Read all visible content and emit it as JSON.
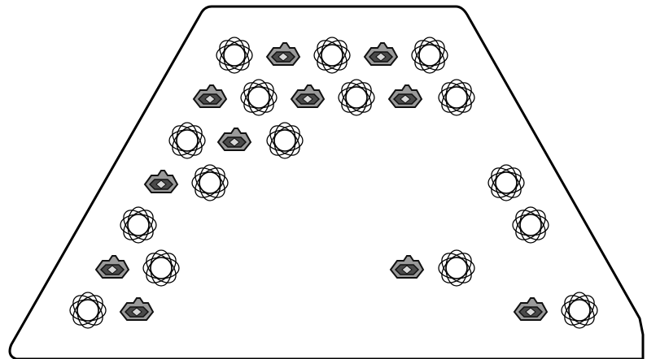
{
  "game": {
    "type": "tile-matching board",
    "board_shape": "trapezoid",
    "colors": {
      "background": "#ffffff",
      "board_fill": "#ffffff",
      "board_outline": "#000000",
      "gem_fill": "#9a9a9a",
      "gem_dark": "#4a4a4a",
      "ring_stroke": "#000000"
    },
    "tile_kinds": [
      "ring-flower-icon",
      "heart-gem-icon"
    ],
    "rows": [
      [
        "ring",
        "gem",
        "ring",
        "gem",
        "ring"
      ],
      [
        "gem",
        "ring",
        "gem",
        "ring",
        "gem",
        "ring"
      ],
      [
        "ring",
        "gem",
        "ring"
      ],
      [
        "gem",
        "ring",
        "ring"
      ],
      [
        "ring",
        "ring"
      ],
      [
        "gem",
        "ring",
        "gem",
        "ring"
      ],
      [
        "ring",
        "gem",
        "gem",
        "ring"
      ]
    ]
  }
}
